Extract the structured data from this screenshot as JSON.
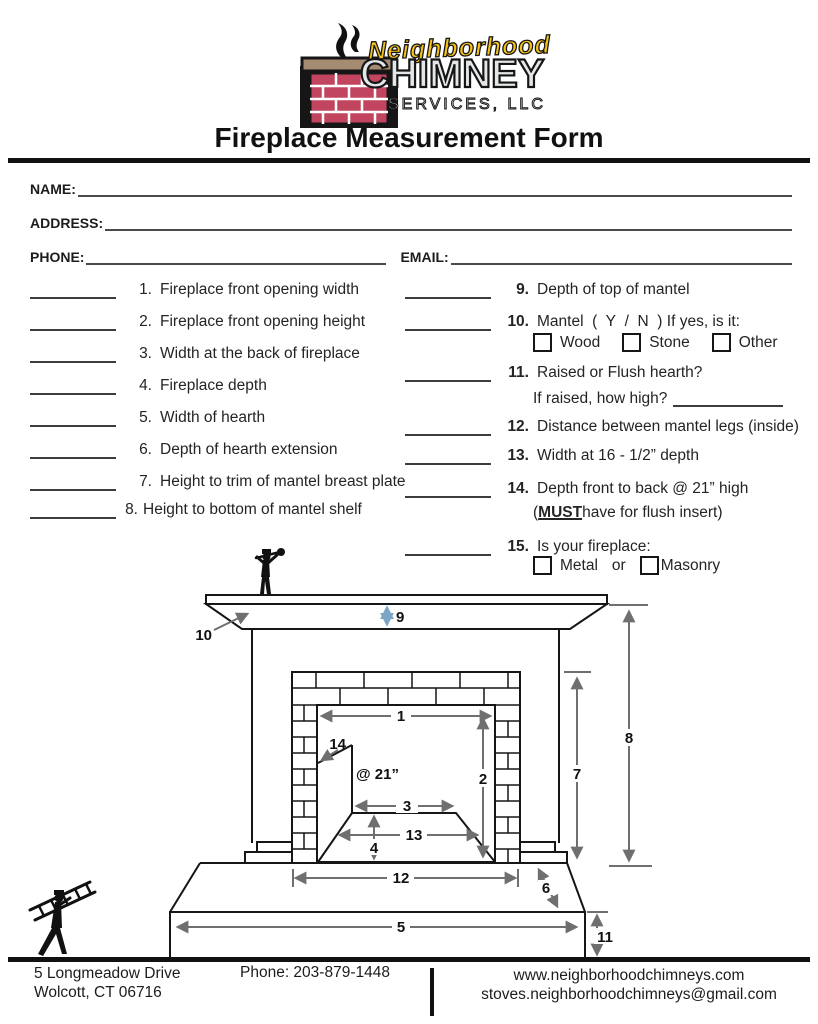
{
  "logo": {
    "brand_script": "Neighborhood",
    "brand_main": "CHIMNEY",
    "brand_sub": "SERVICES, LLC",
    "colors": {
      "brick": "#c2455f",
      "cap": "#a58b72",
      "script_yellow": "#f3c117",
      "letters": "#e4e7e9",
      "outline": "#161616"
    }
  },
  "title": "Fireplace Measurement Form",
  "fields": {
    "name_label": "NAME:",
    "address_label": "ADDRESS:",
    "phone_label": "PHONE:",
    "email_label": "EMAIL:"
  },
  "left_items": [
    {
      "num": "1.",
      "text": "Fireplace front opening width"
    },
    {
      "num": "2.",
      "text": "Fireplace front opening height"
    },
    {
      "num": "3.",
      "text": "Width at the back of fireplace"
    },
    {
      "num": "4.",
      "text": "Fireplace depth"
    },
    {
      "num": "5.",
      "text": "Width of hearth"
    },
    {
      "num": "6.",
      "text": "Depth of hearth extension"
    },
    {
      "num": "7.",
      "text": "Height to trim of mantel breast plate"
    },
    {
      "num": "8.",
      "text": "Height to bottom of mantel shelf"
    }
  ],
  "right_items": [
    {
      "num": "9.",
      "text": "Depth of top of mantel"
    },
    {
      "num": "10.",
      "text": "Mantel  (  Y  /  N  ) If yes, is it:",
      "cb1": "Wood",
      "cb2": "Stone",
      "cb3": "Other"
    },
    {
      "num": "11.",
      "text": "Raised or Flush hearth?",
      "line2": "If raised, how high?"
    },
    {
      "num": "12.",
      "text": "Distance between mantel legs (inside)"
    },
    {
      "num": "13.",
      "text": "Width at 16 - 1/2” depth"
    },
    {
      "num": "14.",
      "text": "Depth front to back @ 21” high",
      "line2_open": "(",
      "line2_bold": "MUST",
      "line2_rest": " have for flush insert)"
    },
    {
      "num": "15.",
      "text": "Is your fireplace:",
      "cb1": "Metal",
      "sep": "or",
      "cb2": "Masonry"
    }
  ],
  "diagram": {
    "d1": "1",
    "d2": "2",
    "d3": "3",
    "d4": "4",
    "d5": "5",
    "d6": "6",
    "d7": "7",
    "d8": "8",
    "d9": "9",
    "d10": "10",
    "d11": "11",
    "d12": "12",
    "d13": "13",
    "d14": "14",
    "at21": "@ 21”",
    "colors": {
      "dimension_arrows": "#6f6f6f",
      "depth_arrow_blue": "#7ba5c4",
      "line": "#161616"
    }
  },
  "footer": {
    "address_line1": "5 Longmeadow Drive",
    "address_line2": "Wolcott, CT 06716",
    "phone": "Phone: 203-879-1448",
    "website": "www.neighborhoodchimneys.com",
    "email": "stoves.neighborhoodchimneys@gmail.com"
  }
}
